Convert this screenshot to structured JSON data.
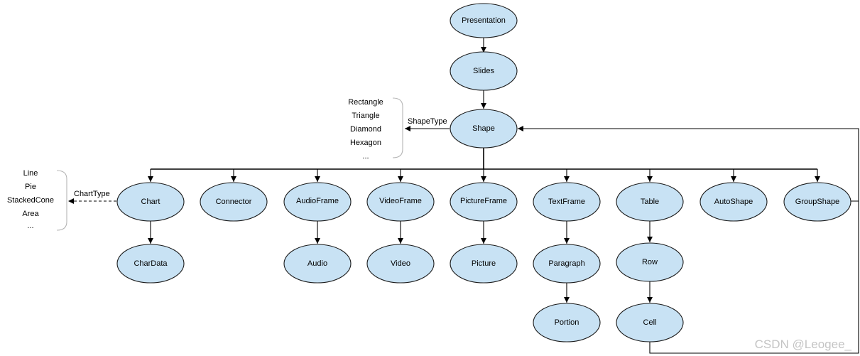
{
  "nodes": {
    "presentation": "Presentation",
    "slides": "Slides",
    "shape": "Shape",
    "chart": "Chart",
    "connector": "Connector",
    "audio_frame": "AudioFrame",
    "video_frame": "VideoFrame",
    "picture_frame": "PictureFrame",
    "text_frame": "TextFrame",
    "table": "Table",
    "auto_shape": "AutoShape",
    "group_shape": "GroupShape",
    "char_data": "CharData",
    "audio": "Audio",
    "video": "Video",
    "picture": "Picture",
    "paragraph": "Paragraph",
    "portion": "Portion",
    "row": "Row",
    "cell": "Cell"
  },
  "edge_labels": {
    "shape_type": "ShapeType",
    "chart_type": "ChartType"
  },
  "shape_types": [
    "Rectangle",
    "Triangle",
    "Diamond",
    "Hexagon",
    "..."
  ],
  "chart_types": [
    "Line",
    "Pie",
    "StackedCone",
    "Area",
    "..."
  ],
  "watermark": "CSDN @Leogee_",
  "colors": {
    "node_fill": "#c8e2f4",
    "node_stroke": "#1a1a1a",
    "brace": "#b5b5b5",
    "watermark": "#c4c4c4"
  }
}
